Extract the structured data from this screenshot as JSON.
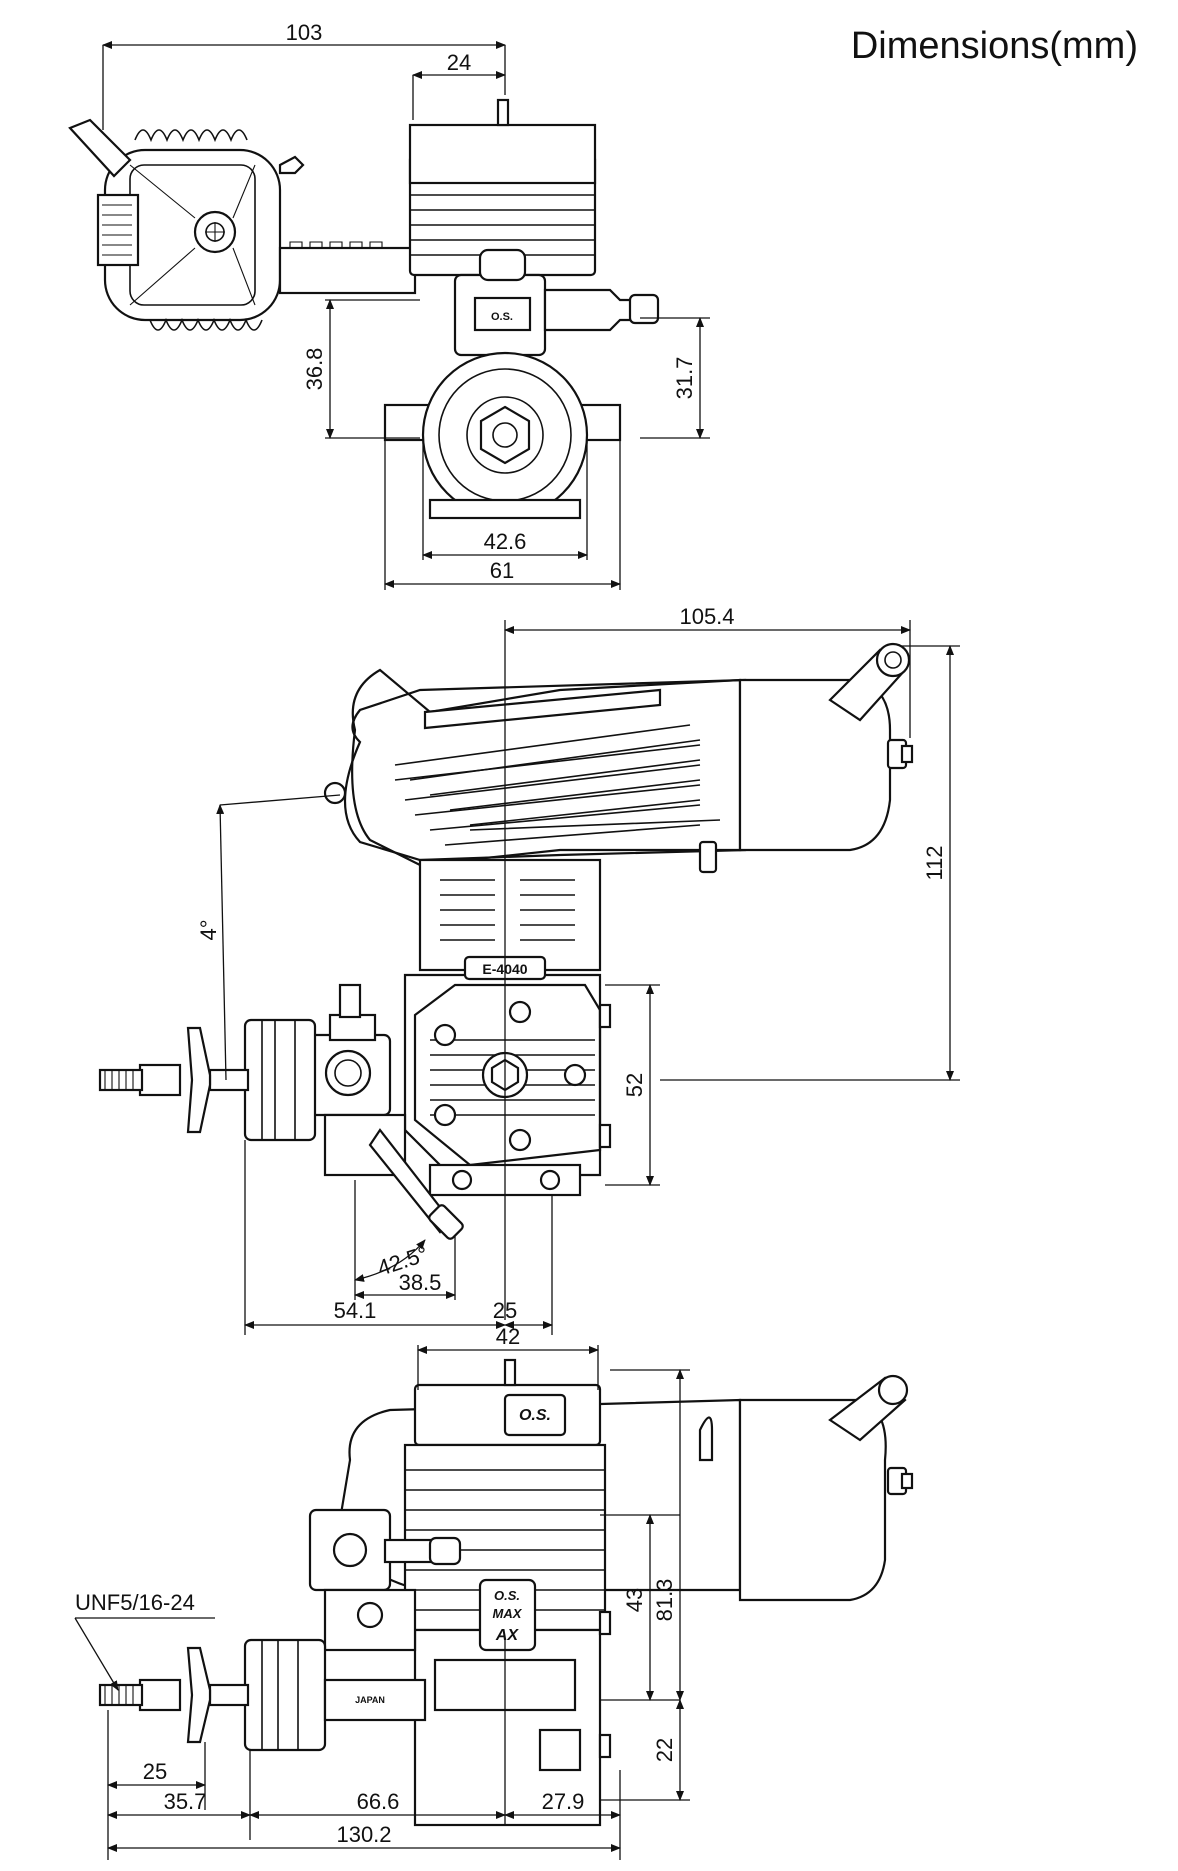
{
  "title": "Dimensions(mm)",
  "thread_label": "UNF5/16-24",
  "dims": {
    "top_width_overall": "103",
    "top_width_head": "24",
    "top_left_height": "36.8",
    "top_right_height": "31.7",
    "top_mount_inner": "42.6",
    "top_mount_outer": "61",
    "side_length_to_muffler": "105.4",
    "side_height_overall": "112",
    "side_thrust_angle": "4°",
    "side_crank_height": "52",
    "side_needle_angle": "42.5°",
    "side_needle_offset": "38.5",
    "side_front_length": "54.1",
    "side_rear_length": "25",
    "bottom_head_width": "42",
    "bottom_height_43": "43",
    "bottom_height_81": "81.3",
    "bottom_height_22": "22",
    "bottom_thread_length": "25",
    "bottom_hub_length": "35.7",
    "bottom_body_length": "66.6",
    "bottom_rear_length": "27.9",
    "bottom_total_length": "130.2"
  },
  "markings": {
    "model_tag": "E-4040",
    "brand_logo": "O.S.",
    "brand_sub": "MAX",
    "brand_model": "AX",
    "origin": "JAPAN"
  }
}
